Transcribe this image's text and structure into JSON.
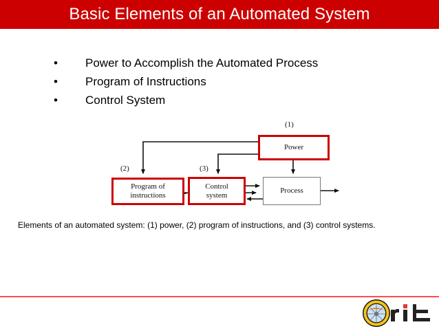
{
  "slide": {
    "title": "Basic Elements of an Automated System",
    "banner_color": "#cc0000",
    "background_color": "#ffffff"
  },
  "bullets": [
    {
      "marker": "•",
      "label": "Power to Accomplish the Automated Process"
    },
    {
      "marker": "•",
      "label": "Program of Instructions"
    },
    {
      "marker": "•",
      "label": "Control System"
    }
  ],
  "diagram": {
    "accent_color": "#cc0000",
    "plain_border_color": "#777777",
    "boxes": [
      {
        "id": "power",
        "label": "Power",
        "label_line2": "",
        "style": "red"
      },
      {
        "id": "program",
        "label": "Program of",
        "label_line2": "instructions",
        "style": "red"
      },
      {
        "id": "control",
        "label": "Control",
        "label_line2": "system",
        "style": "red"
      },
      {
        "id": "process",
        "label": "Process",
        "label_line2": "",
        "style": "plain"
      }
    ],
    "callouts": [
      {
        "id": "callout-1",
        "text": "(1)"
      },
      {
        "id": "callout-2",
        "text": "(2)"
      },
      {
        "id": "callout-3",
        "text": "(3)"
      }
    ]
  },
  "caption": "Elements of an automated system: (1) power, (2) program of instructions, and (3) control systems.",
  "footer": {
    "rule_color": "#ff4d4d",
    "logo_wordmark": "rit",
    "logo_seal_name": "rit-seal",
    "logo_dot_color": "#e03a3a",
    "logo_seal_ring_color": "#f5c518",
    "logo_seal_inner_color": "#cfe0ef"
  }
}
